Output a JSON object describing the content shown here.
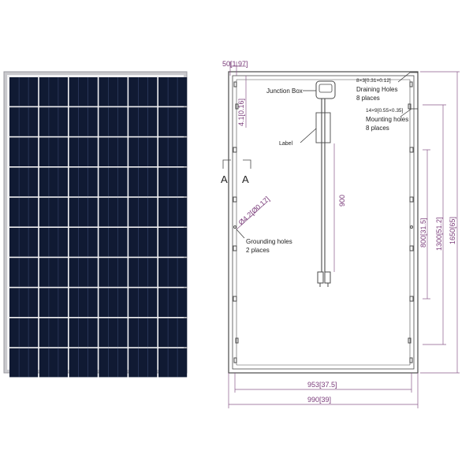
{
  "drawing": {
    "junction_box_label": "Junction Box",
    "label_label": "Label",
    "cable_length": "900",
    "section_mark": "A",
    "draining_holes": {
      "size": "8×3[0.31×0.12]",
      "name": "Draining Holes",
      "count": "8 places"
    },
    "mounting_holes": {
      "size": "14×9[0.55×0.35]",
      "name": "Mounting holes",
      "count": "8 places"
    },
    "grounding_holes": {
      "diameter": "Ø4.2[Ø0.17]",
      "name": "Grounding holes",
      "count": "2 places"
    },
    "dims": {
      "frame_offset": "50[1.97]",
      "hole_offset": "4.1[0.16]",
      "mount_spacing_inner": "800[31.5]",
      "mount_spacing_outer": "1300[51.2]",
      "panel_height": "1650[65]",
      "mount_width": "953[37.5]",
      "panel_width": "990[39]"
    }
  },
  "colors": {
    "cell": "#101a33",
    "frame": "#b4b4b8",
    "dimension": "#7a3b7a",
    "line": "#4a4a4a"
  }
}
